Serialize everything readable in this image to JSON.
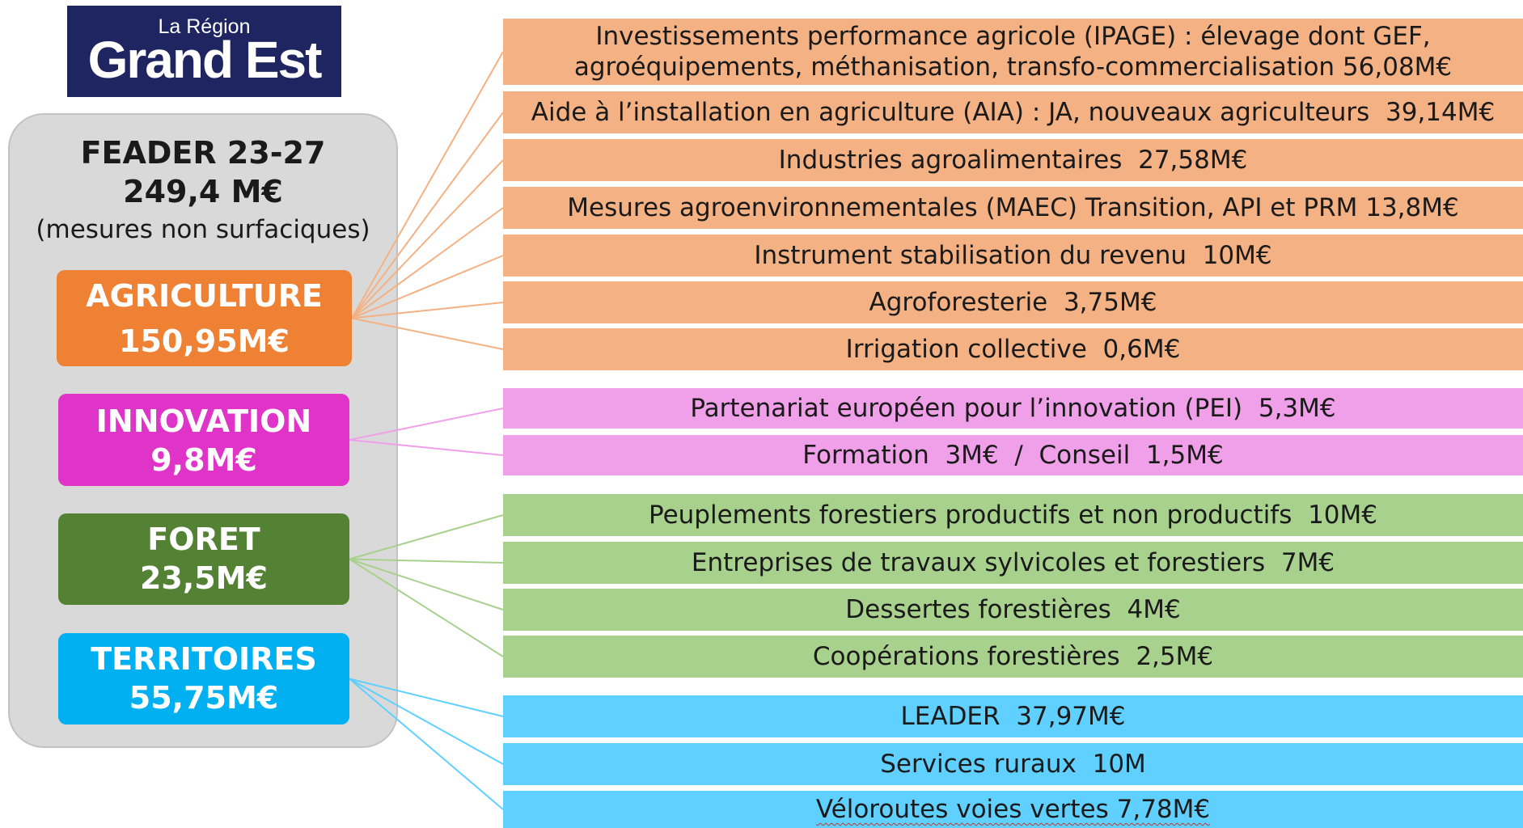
{
  "logo": {
    "top_text": "La Région",
    "main_text": "Grand Est",
    "color": "#1f2560"
  },
  "summary": {
    "title": "FEADER 23-27",
    "amount": "249,4 M€",
    "note": "(mesures non surfaciques)"
  },
  "categories": [
    {
      "name": "AGRICULTURE",
      "amount": "150,95M€",
      "color": "#ee8133",
      "item_color": "#f4b183",
      "line_color": "#f4b183",
      "items": [
        "Investissements performance agricole (IPAGE) : élevage dont GEF, agroéquipements, méthanisation, transfo-commercialisation  56,08M€",
        "Aide à l’installation en agriculture (AIA) : JA, nouveaux agriculteurs  39,14M€",
        "Industries agroalimentaires  27,58M€",
        "Mesures agroenvironnementales (MAEC) Transition, API et PRM 13,8M€",
        "Instrument stabilisation du revenu  10M€",
        "Agroforesterie  3,75M€",
        "Irrigation collective  0,6M€"
      ]
    },
    {
      "name": "INNOVATION",
      "amount": "9,8M€",
      "color": "#e033c8",
      "item_color": "#f0a0e8",
      "line_color": "#f0a0e8",
      "items": [
        "Partenariat européen pour l’innovation (PEI)  5,3M€",
        "Formation  3M€  /  Conseil  1,5M€"
      ]
    },
    {
      "name": "FORET",
      "amount": "23,5M€",
      "color": "#548235",
      "item_color": "#a9d18e",
      "line_color": "#a9d18e",
      "items": [
        "Peuplements forestiers productifs et non productifs  10M€",
        "Entreprises de travaux sylvicoles et forestiers  7M€",
        "Dessertes forestières  4M€",
        "Coopérations forestières  2,5M€"
      ]
    },
    {
      "name": "TERRITOIRES",
      "amount": "55,75M€",
      "color": "#00b0f0",
      "item_color": "#5fd0ff",
      "line_color": "#5fd0ff",
      "items": [
        "LEADER  37,97M€",
        "Services ruraux  10M",
        "Véloroutes voies vertes 7,78M€"
      ]
    }
  ]
}
